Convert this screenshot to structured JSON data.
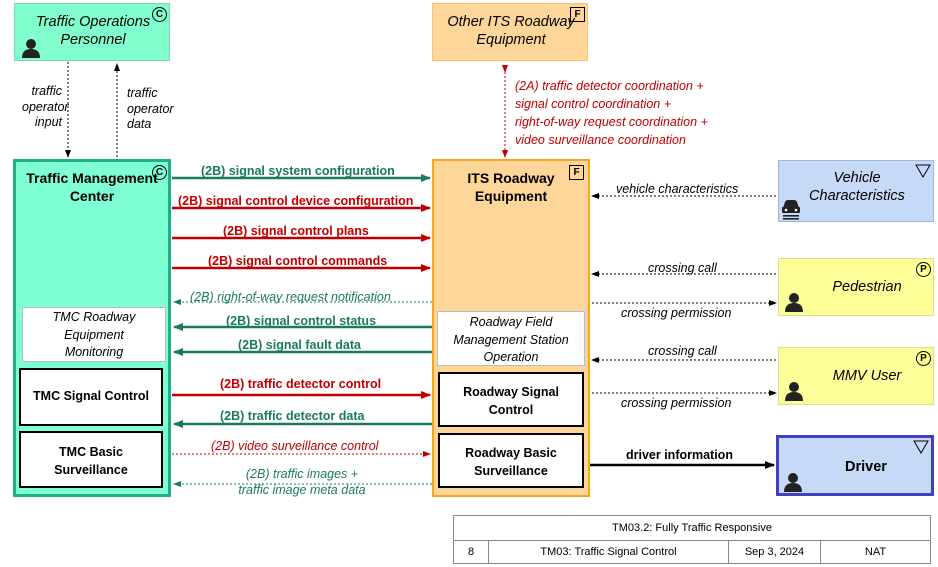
{
  "nodes": {
    "traffic_ops": {
      "name": "Traffic Operations Personnel",
      "line1": "Traffic Operations",
      "line2": "Personnel",
      "badge": "C"
    },
    "other_its": {
      "line1": "Other ITS Roadway",
      "line2": "Equipment",
      "badge": "F"
    },
    "tmc": {
      "line1": "Traffic Management",
      "line2": "Center",
      "badge": "C"
    },
    "its_roadway": {
      "line1": "ITS Roadway",
      "line2": "Equipment",
      "badge": "F"
    },
    "vehicle": {
      "line1": "Vehicle",
      "line2": "Characteristics",
      "badge": "V"
    },
    "pedestrian": {
      "label": "Pedestrian",
      "badge": "P"
    },
    "mmv": {
      "label": "MMV User",
      "badge": "P"
    },
    "driver": {
      "label": "Driver",
      "badge": "V"
    },
    "tmc_roadway_mon": {
      "line1": "TMC Roadway",
      "line2": "Equipment",
      "line3": "Monitoring"
    },
    "tmc_signal": {
      "label": "TMC Signal Control"
    },
    "tmc_surv": {
      "line1": "TMC Basic",
      "line2": "Surveillance"
    },
    "rfmso": {
      "line1": "Roadway Field",
      "line2": "Management Station",
      "line3": "Operation"
    },
    "rsc": {
      "line1": "Roadway Signal",
      "line2": "Control"
    },
    "rbs": {
      "line1": "Roadway Basic",
      "line2": "Surveillance"
    }
  },
  "flows": {
    "op_input": [
      "traffic",
      "operator",
      "input"
    ],
    "op_data": [
      "traffic",
      "operator",
      "data"
    ],
    "coord": [
      "(2A) traffic detector coordination +",
      "signal control coordination +",
      "right-of-way request coordination +",
      "video surveillance coordination"
    ],
    "sys_config": "(2B) signal system configuration",
    "dev_config": "(2B) signal control device configuration",
    "plans": "(2B) signal control plans",
    "commands": "(2B) signal control commands",
    "row_notif": "(2B) right-of-way request notification",
    "status": "(2B) signal control status",
    "fault": "(2B) signal fault data",
    "det_control": "(2B) traffic detector control",
    "det_data": "(2B) traffic detector data",
    "video_control": "(2B) video surveillance control",
    "images_1": "(2B) traffic images +",
    "images_2": "traffic image meta data",
    "vehicle_char": "vehicle characteristics",
    "ped_call": "crossing call",
    "ped_perm": "crossing permission",
    "mmv_call": "crossing call",
    "mmv_perm": "crossing permission",
    "driver_info": "driver information"
  },
  "footer": {
    "title": "TM03.2: Fully Traffic Responsive",
    "page": "8",
    "package": "TM03: Traffic Signal Control",
    "date": "Sep 3, 2024",
    "scope": "NAT"
  },
  "icons": {
    "person": "person-icon",
    "vehicle": "vehicle-icon"
  },
  "colors": {
    "green_flow": "#1a7a5e",
    "red_flow": "#c00000",
    "center_fill": "#7fffd4",
    "field_fill": "#ffd699",
    "field_border": "#f5a623",
    "vehicle_fill": "#c6d9f7",
    "person_fill": "#ffff99",
    "driver_fill": "#c6d9f7",
    "driver_border": "#4040c0"
  }
}
